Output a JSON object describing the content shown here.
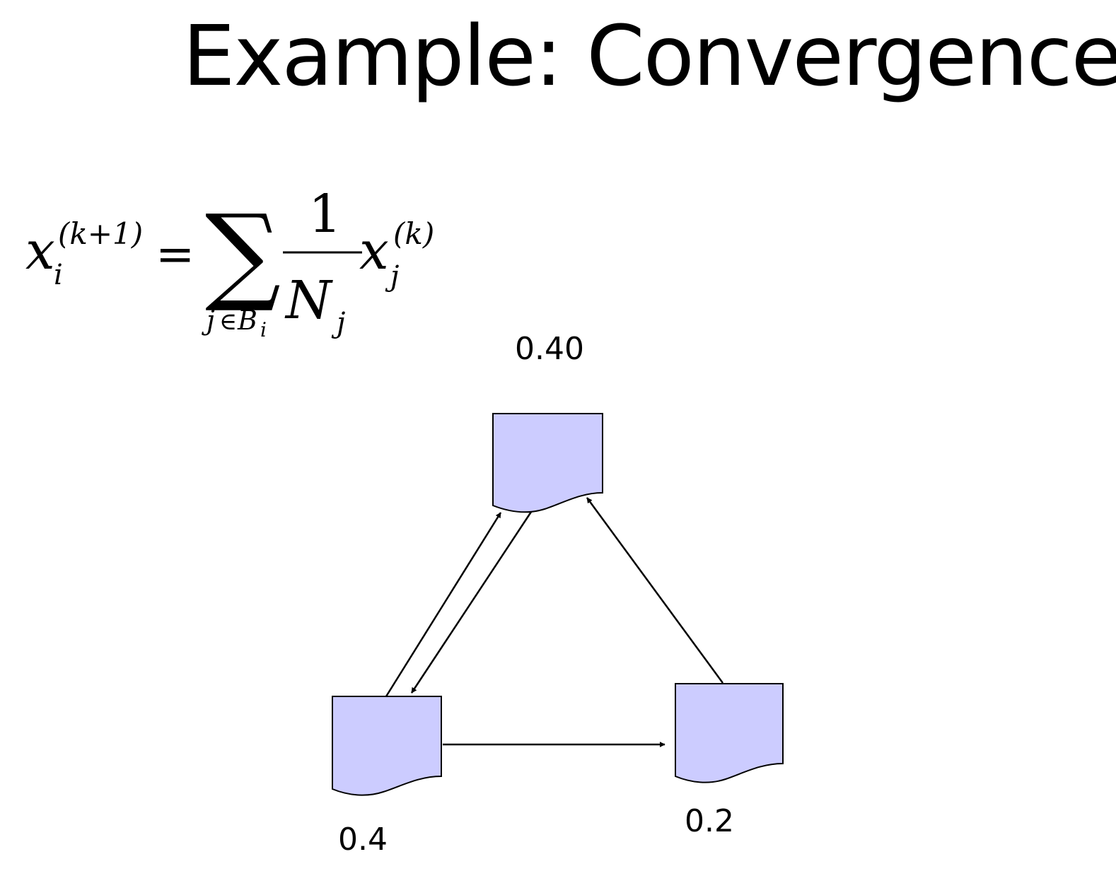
{
  "title": "Example: Convergence",
  "formula": {
    "lhs_var": "x",
    "lhs_sub": "i",
    "lhs_sup": "(k+1)",
    "equals": "=",
    "sum_symbol": "∑",
    "sum_index_var": "j",
    "sum_index_in": "∈",
    "sum_index_set": "B",
    "sum_index_set_sub": "i",
    "frac_num": "1",
    "frac_den_var": "N",
    "frac_den_sub": "j",
    "rhs_var": "x",
    "rhs_sub": "j",
    "rhs_sup": "(k)"
  },
  "nodes": [
    {
      "id": "top",
      "label": "0.40"
    },
    {
      "id": "left",
      "label": "0.4"
    },
    {
      "id": "right",
      "label": "0.2"
    }
  ],
  "edges": [
    {
      "from": "left",
      "to": "top"
    },
    {
      "from": "top",
      "to": "left"
    },
    {
      "from": "left",
      "to": "right"
    },
    {
      "from": "right",
      "to": "top"
    }
  ],
  "colors": {
    "node_fill": "#ccccff",
    "stroke": "#000000"
  }
}
